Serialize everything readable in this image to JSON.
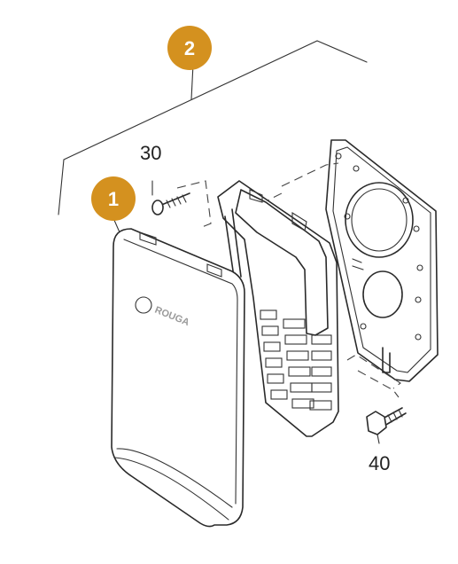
{
  "callouts": {
    "part_1": "1",
    "part_2": "2"
  },
  "labels": {
    "screw_30": "30",
    "bolt_40": "40"
  },
  "logo": {
    "text": "ROUGA"
  },
  "colors": {
    "callout_fill": "#d4911f",
    "line": "#2a2a2a"
  }
}
